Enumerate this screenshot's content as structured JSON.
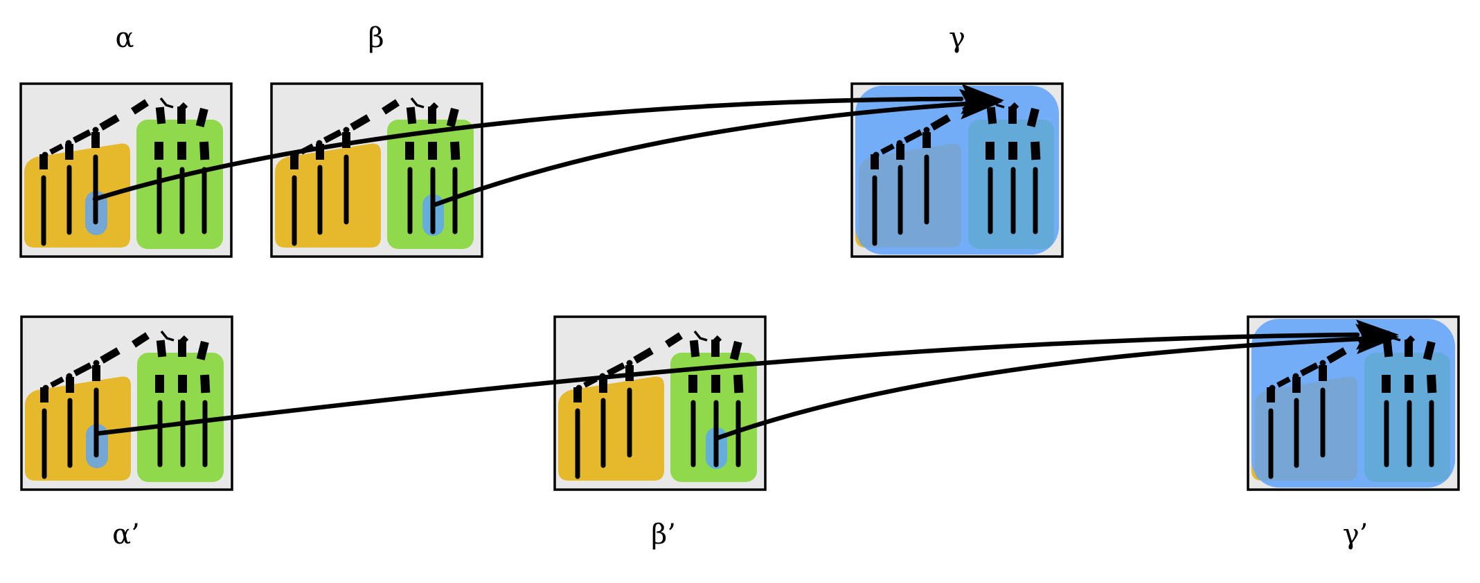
{
  "figure": {
    "panels": [
      {
        "id": "alpha",
        "label": "α",
        "kind": "source",
        "highlight": "orange-bar-3"
      },
      {
        "id": "beta",
        "label": "β",
        "kind": "source",
        "highlight": "green-bar-2"
      },
      {
        "id": "gamma",
        "label": "γ",
        "kind": "target",
        "highlight": "none"
      },
      {
        "id": "alpha-prime",
        "label": "α’",
        "kind": "source",
        "highlight": "orange-bar-3"
      },
      {
        "id": "beta-prime",
        "label": "β’",
        "kind": "source",
        "highlight": "green-bar-2"
      },
      {
        "id": "gamma-prime",
        "label": "γ’",
        "kind": "target",
        "highlight": "none"
      }
    ],
    "arrows": [
      {
        "from": "alpha",
        "to": "gamma"
      },
      {
        "from": "beta",
        "to": "gamma"
      },
      {
        "from": "alpha-prime",
        "to": "gamma-prime"
      },
      {
        "from": "beta-prime",
        "to": "gamma-prime"
      }
    ],
    "colors": {
      "panel_background": "#e8e8e8",
      "panel_border": "#000000",
      "orange_region": "#e6b92c",
      "green_region": "#8fd94b",
      "highlight_blob": "#74a7d4",
      "highlight_blob_on_green": "#65addb",
      "target_overlay": "#74adf7",
      "target_orange_tint": "#77a6d4",
      "target_green_tint": "#63aad9",
      "arrow": "#000000"
    }
  }
}
